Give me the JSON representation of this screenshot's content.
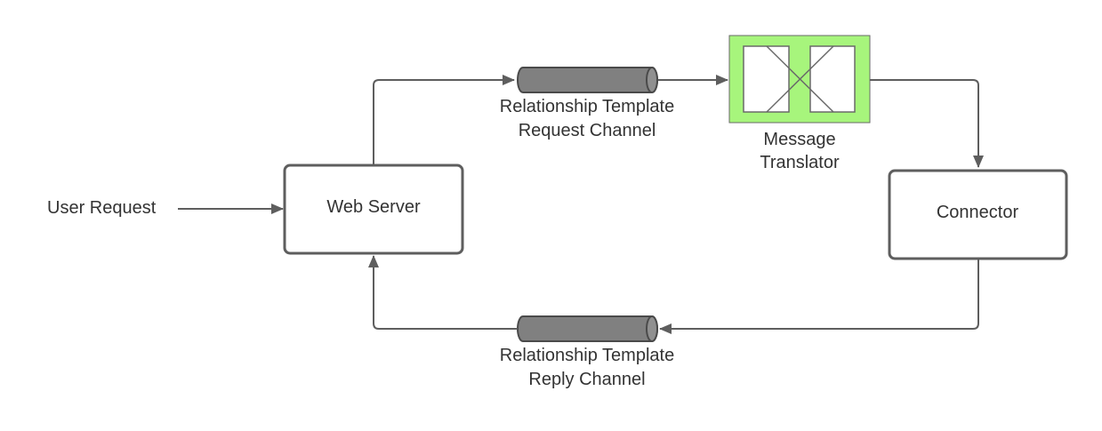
{
  "nodes": {
    "user_request": {
      "label": "User Request"
    },
    "web_server": {
      "label": "Web Server"
    },
    "connector": {
      "label": "Connector"
    },
    "request_channel": {
      "line1": "Relationship Template",
      "line2": "Request Channel"
    },
    "reply_channel": {
      "line1": "Relationship Template",
      "line2": "Reply Channel"
    },
    "message_translator": {
      "line1": "Message",
      "line2": "Translator"
    }
  },
  "colors": {
    "translator_fill": "#a7f57c",
    "translator_stroke": "#6a6a6a",
    "line": "#5e5e5e",
    "channel": "#808080",
    "text": "#333333"
  },
  "icons": {
    "message_translator": "message-translator-icon",
    "channel": "pipe-channel-icon"
  }
}
